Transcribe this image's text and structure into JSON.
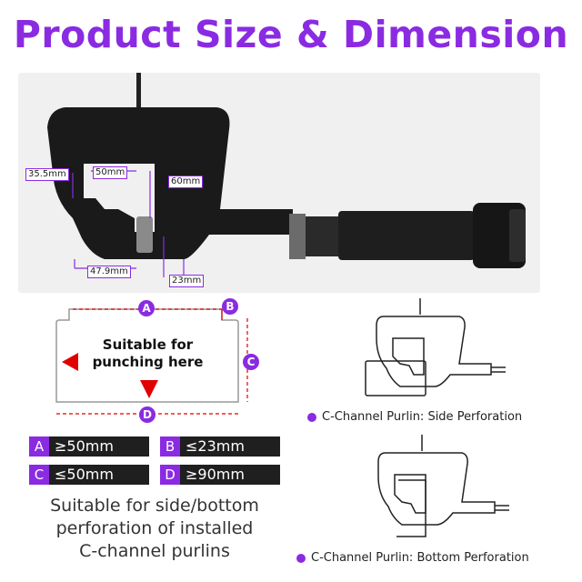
{
  "title": "Product Size & Dimension",
  "photo": {
    "dimensions": {
      "d1": "35.5mm",
      "d2": "50mm",
      "d3": "60mm",
      "d4": "47.9mm",
      "d5": "23mm"
    }
  },
  "diagram": {
    "letters": {
      "a": "A",
      "b": "B",
      "c": "C",
      "d": "D"
    },
    "suitable_lines": [
      "Suitable for",
      "punching here"
    ]
  },
  "specs": [
    {
      "tag": "A",
      "text": "≥50mm"
    },
    {
      "tag": "B",
      "text": "≤23mm"
    },
    {
      "tag": "C",
      "text": "≤50mm"
    },
    {
      "tag": "D",
      "text": "≥90mm"
    }
  ],
  "caption_lines": [
    "Suitable for side/bottom",
    "perforation of installed",
    "C-channel purlins"
  ],
  "illustrations": [
    {
      "label": "C-Channel Purlin: Side Perforation"
    },
    {
      "label": "C-Channel Purlin: Bottom Perforation"
    }
  ],
  "colors": {
    "accent": "#8a2be2",
    "arrow": "#e00000",
    "dark": "#1f1f1f"
  }
}
